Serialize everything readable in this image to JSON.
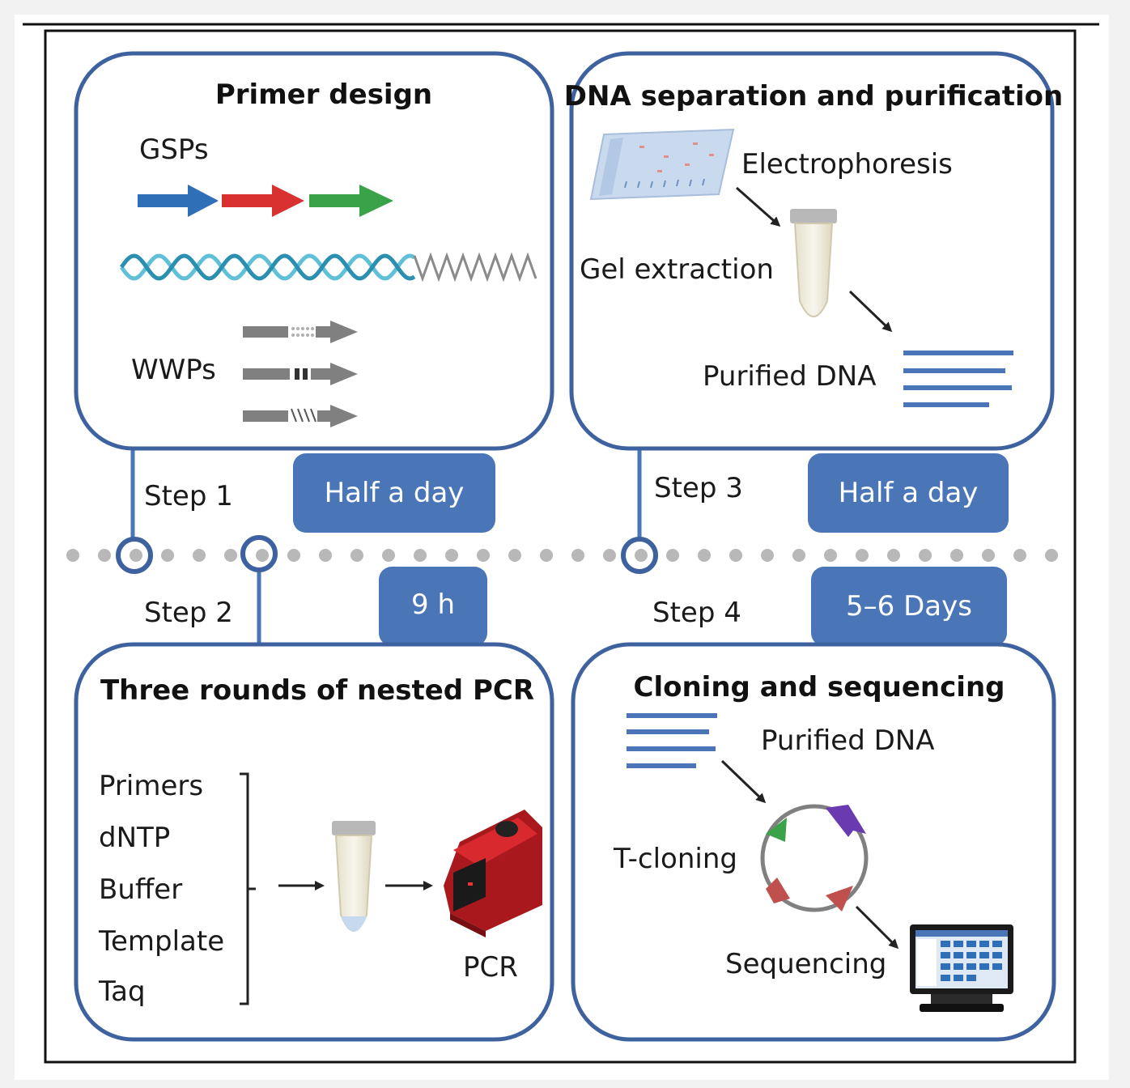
{
  "panels": {
    "primer_design": {
      "title": "Primer design",
      "gsps_label": "GSPs",
      "wwps_label": "WWPs"
    },
    "dna_separation": {
      "title": "DNA separation and purification",
      "electrophoresis_label": "Electrophoresis",
      "gel_extraction_label": "Gel extraction",
      "purified_dna_label": "Purified DNA"
    },
    "nested_pcr": {
      "title": "Three rounds of nested PCR",
      "reagents": [
        "Primers",
        "dNTP",
        "Buffer",
        "Template",
        "Taq"
      ],
      "pcr_label": "PCR"
    },
    "cloning": {
      "title": "Cloning and sequencing",
      "purified_dna_label": "Purified DNA",
      "t_cloning_label": "T-cloning",
      "sequencing_label": "Sequencing"
    }
  },
  "steps": {
    "step1": {
      "label": "Step 1",
      "duration": "Half a day"
    },
    "step2": {
      "label": "Step 2",
      "duration": "9 h"
    },
    "step3": {
      "label": "Step 3",
      "duration": "Half a day"
    },
    "step4": {
      "label": "Step 4",
      "duration": "5–6 Days"
    }
  },
  "colors": {
    "panel_border": "#3e62a0",
    "badge_fill": "#4a76b8",
    "timeline_dot": "#b8b8b8",
    "gsp_blue": "#2f6fb8",
    "gsp_red": "#d93030",
    "gsp_green": "#3aa34a",
    "dna_strand": "#5fc0d8",
    "pcr_machine": "#c62026"
  }
}
